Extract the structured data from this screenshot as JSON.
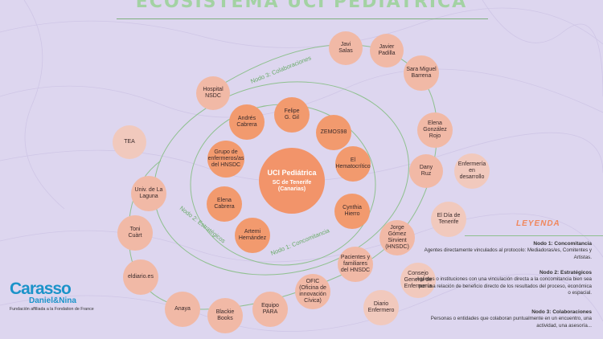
{
  "title": "ECOSISTEMA UCI PEDIÁTRICA",
  "center": {
    "title": "UCI Pediátrica",
    "subtitle": "SC de Tenerife\n(Canarias)"
  },
  "ring_labels": {
    "ring1": "Nodo 1: Concomitancia",
    "ring2": "Nodo 2: Estratégicos",
    "ring3": "Nodo 3: Colaboraciones"
  },
  "nodes": {
    "n1": [
      "Felipe\nG. Gil",
      "ZEMOS98",
      "El\nHematocrítico",
      "Cynthia\nHierro",
      "Artemi\nHernández",
      "Elena\nCabrera",
      "Grupo de\nenfermeros/as\ndel HNSDC",
      "Andrés\nCabrera"
    ],
    "n2": [
      "Hospital\nNSDC",
      "Javi\nSalas",
      "Javier\nPadilla",
      "Sara Miguel\nBarrena",
      "Elena\nGonzález\nRojo",
      "Dany\nRuz",
      "Jorge\nGómez\nSirvient\n(HNSDC)",
      "Pacientes y\nfamiliares\ndel HNSDC",
      "OFIC\n(Oficina de\ninnovación\nCívica)",
      "Equipo\nPARA",
      "Blackie\nBooks",
      "Anaya",
      "eldiario.es",
      "Toni\nCuàrt",
      "Univ. de La\nLaguna"
    ],
    "n3": [
      "TEA",
      "Enfermería\nen\ndesarrollo",
      "El Día de\nTenerife",
      "Consejo\nGeneral de\nEnfermería",
      "Diario\nEnfermero"
    ]
  },
  "legend": {
    "title": "LEYENDA",
    "items": [
      {
        "heading": "Nodo 1: Concomitancia",
        "text": "Agentes directamente vinculados al protocolo: Mediadoras/es, Comitentes y Artistas."
      },
      {
        "heading": "Nodo 2: Estratégicos",
        "text": "Agentes o instituciones con una vinculación directa a la concomitancia bien sea por una relación de beneficio directo de los resultados del proceso, económica o espacial."
      },
      {
        "heading": "Nodo 3: Colaboraciones",
        "text": "Personas o entidades que colaboran puntualmente en un encuentro, una actividad, una asesoría..."
      }
    ]
  },
  "logo": {
    "word": "Carasso",
    "sub": "Daniel&Nina",
    "caption": "Fundación affiliada a la Fondation de France"
  },
  "colors": {
    "bg": "#ddd6ef",
    "n1": "#f29a6e",
    "n2": "#f1b9a6",
    "n3": "#f1c9bd",
    "ring": "#8fc08f"
  }
}
